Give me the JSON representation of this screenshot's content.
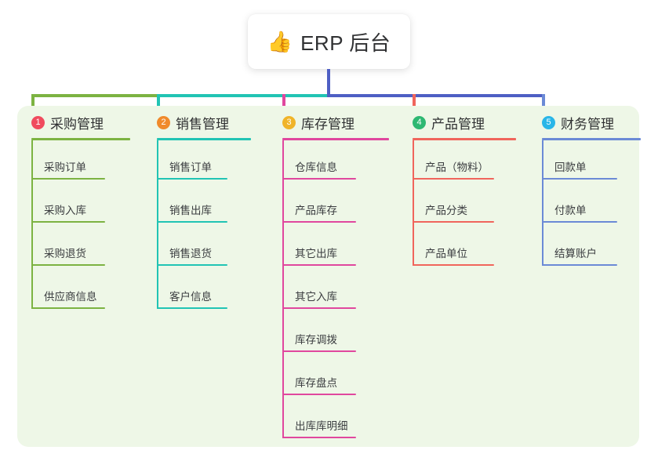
{
  "page": {
    "background": "#ffffff",
    "panel_background": "#eef7e7"
  },
  "title_card": {
    "icon": "thumbs-up-icon",
    "emoji": "👍",
    "text": "ERP 后台"
  },
  "connectors": {
    "stem_color": "#4e5fc4",
    "segments": [
      {
        "color": "#7cb342"
      },
      {
        "color": "#21c4b4"
      },
      {
        "color": "#4e5fc4"
      }
    ]
  },
  "columns": [
    {
      "id": "purchase",
      "number": "1",
      "title": "采购管理",
      "badge_color": "#f04b5e",
      "line_color": "#7cb342",
      "items": [
        {
          "label": "采购订单"
        },
        {
          "label": "采购入库"
        },
        {
          "label": "采购退货"
        },
        {
          "label": "供应商信息"
        }
      ]
    },
    {
      "id": "sales",
      "number": "2",
      "title": "销售管理",
      "badge_color": "#f08a2b",
      "line_color": "#21c4b4",
      "items": [
        {
          "label": "销售订单"
        },
        {
          "label": "销售出库"
        },
        {
          "label": "销售退货"
        },
        {
          "label": "客户信息"
        }
      ]
    },
    {
      "id": "inventory",
      "number": "3",
      "title": "库存管理",
      "badge_color": "#f0b429",
      "line_color": "#e0479e",
      "items": [
        {
          "label": "仓库信息"
        },
        {
          "label": "产品库存"
        },
        {
          "label": "其它出库"
        },
        {
          "label": "其它入库"
        },
        {
          "label": "库存调拨"
        },
        {
          "label": "库存盘点"
        },
        {
          "label": "出库库明细"
        }
      ]
    },
    {
      "id": "product",
      "number": "4",
      "title": "产品管理",
      "badge_color": "#2eb872",
      "line_color": "#f0655c",
      "items": [
        {
          "label": "产品（物料）"
        },
        {
          "label": "产品分类"
        },
        {
          "label": "产品单位"
        }
      ]
    },
    {
      "id": "finance",
      "number": "5",
      "title": "财务管理",
      "badge_color": "#29b6e8",
      "line_color": "#6b8ad6",
      "items": [
        {
          "label": "回款单"
        },
        {
          "label": "付款单"
        },
        {
          "label": "结算账户"
        }
      ]
    }
  ]
}
